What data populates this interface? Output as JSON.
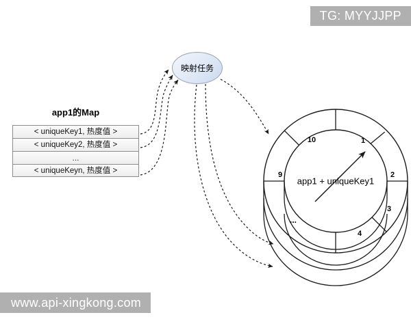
{
  "watermarks": {
    "top_right": "TG: MYYJJPP",
    "bottom_left": "www.api-xingkong.com"
  },
  "map_block": {
    "title": "app1的Map",
    "rows": [
      "< uniqueKey1, 热度值 >",
      "< uniqueKey2, 热度值 >",
      "...",
      "< uniqueKeyn, 热度值 >"
    ]
  },
  "task_node": {
    "label": "映射任务"
  },
  "ring": {
    "center_label": "app1 + uniqueKey1",
    "ellipsis_label": "...",
    "sector_labels": [
      "1",
      "2",
      "3",
      "4",
      "9",
      "10"
    ],
    "sectors": [
      {
        "label": "1",
        "angle": -65
      },
      {
        "label": "2",
        "angle": -22
      },
      {
        "label": "3",
        "angle": 26
      },
      {
        "label": "4",
        "angle": 66
      },
      {
        "label": "9",
        "angle": -154
      },
      {
        "label": "10",
        "angle": -113
      }
    ],
    "stack_layers": 3
  },
  "colors": {
    "line": "#1a1a1a",
    "table_border": "#8c8c8c",
    "table_fill": "#f2f2f2",
    "node_fill": "#dfe8f6",
    "node_border": "#9aa4b5",
    "watermark_bg": "#b0b0b0",
    "watermark_text": "#ffffff",
    "background": "#ffffff"
  }
}
